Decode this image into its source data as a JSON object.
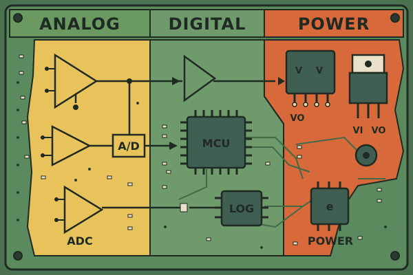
{
  "headers": {
    "analog": "ANALOG",
    "digital": "DIGITAL",
    "power": "POWER"
  },
  "labels": {
    "adc_converter": "A/D",
    "mcu": "MCU",
    "log": "LOG",
    "adc_section": "ADC",
    "power_section": "POWER",
    "regulator_pin_left": "V",
    "regulator_pin_right": "V",
    "regulator_vo": "VO",
    "transistor_vi": "VI",
    "transistor_vo": "VO",
    "power_chip_symbol": "e"
  },
  "colors": {
    "board_green": "#5c8a5f",
    "analog_yellow": "#e8c25a",
    "digital_green": "#6f9b6c",
    "power_orange": "#d8693a",
    "chip_dark": "#3f5f52",
    "outline": "#1f2a22"
  }
}
